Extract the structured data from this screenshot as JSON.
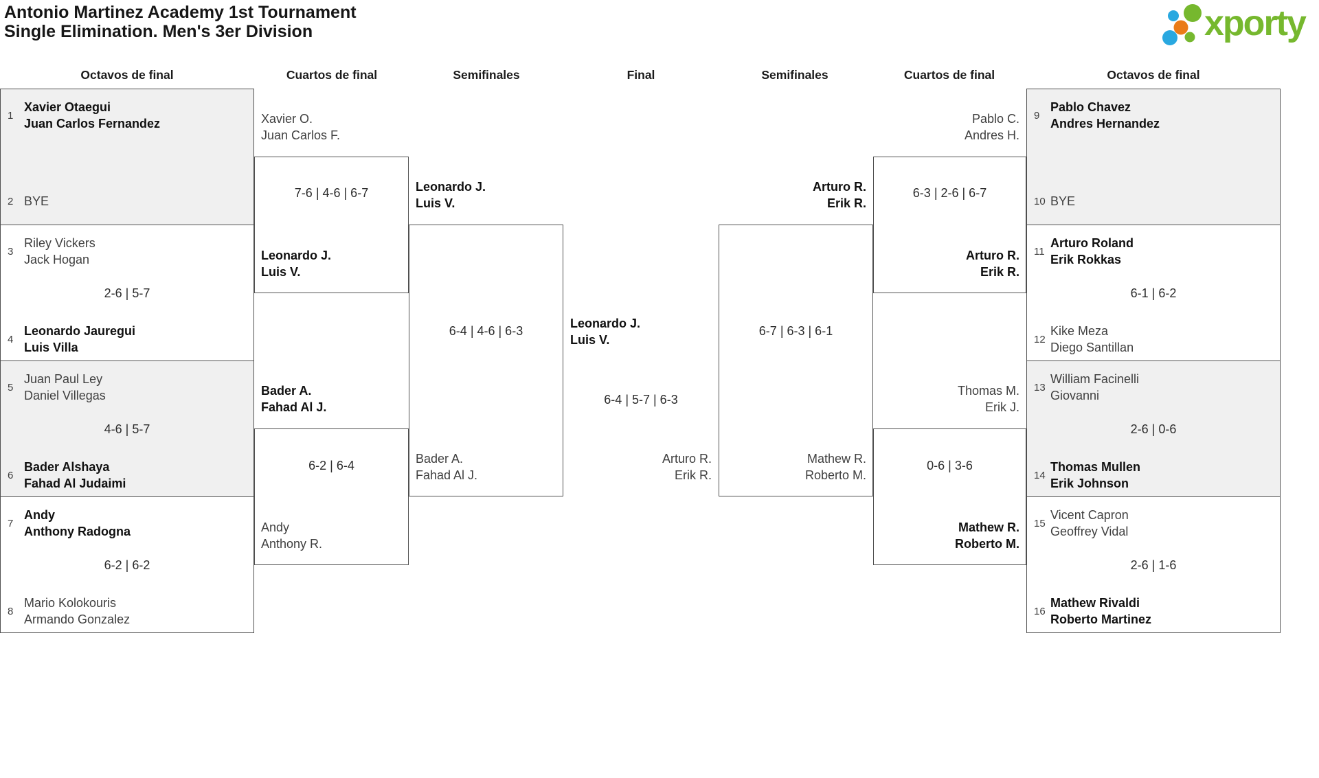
{
  "title": {
    "line1": "Antonio Martinez Academy 1st Tournament",
    "line2": "Single Elimination. Men's 3er Division"
  },
  "brand": {
    "wordmark": "xporty",
    "green": "#76b82e",
    "blue": "#29a8e0",
    "orange": "#ea7c17"
  },
  "round_headers": {
    "octavos_left": "Octavos de final",
    "cuartos_left": "Cuartos de final",
    "semis_left": "Semifinales",
    "final": "Final",
    "semis_right": "Semifinales",
    "cuartos_right": "Cuartos de final",
    "octavos_right": "Octavos de final"
  },
  "octavos_left": [
    {
      "team1": {
        "seed": "1",
        "line1": "Xavier Otaegui",
        "line2": "Juan Carlos Fernandez",
        "winner": true
      },
      "team2": {
        "seed": "2",
        "line1": "BYE"
      },
      "score": ""
    },
    {
      "team1": {
        "seed": "3",
        "line1": "Riley Vickers",
        "line2": "Jack Hogan"
      },
      "team2": {
        "seed": "4",
        "line1": "Leonardo Jauregui",
        "line2": "Luis Villa",
        "winner": true
      },
      "score": "2-6 | 5-7"
    },
    {
      "team1": {
        "seed": "5",
        "line1": "Juan Paul Ley",
        "line2": "Daniel Villegas"
      },
      "team2": {
        "seed": "6",
        "line1": "Bader Alshaya",
        "line2": "Fahad Al Judaimi",
        "winner": true
      },
      "score": "4-6 | 5-7"
    },
    {
      "team1": {
        "seed": "7",
        "line1": "Andy",
        "line2": "Anthony Radogna",
        "winner": true
      },
      "team2": {
        "seed": "8",
        "line1": "Mario Kolokouris",
        "line2": "Armando Gonzalez"
      },
      "score": "6-2 | 6-2"
    }
  ],
  "octavos_right": [
    {
      "team1": {
        "seed": "9",
        "line1": "Pablo Chavez",
        "line2": "Andres Hernandez",
        "winner": true
      },
      "team2": {
        "seed": "10",
        "line1": "BYE"
      },
      "score": ""
    },
    {
      "team1": {
        "seed": "11",
        "line1": "Arturo Roland",
        "line2": "Erik Rokkas",
        "winner": true
      },
      "team2": {
        "seed": "12",
        "line1": "Kike Meza",
        "line2": "Diego Santillan"
      },
      "score": "6-1 | 6-2"
    },
    {
      "team1": {
        "seed": "13",
        "line1": "William Facinelli",
        "line2": "Giovanni"
      },
      "team2": {
        "seed": "14",
        "line1": "Thomas Mullen",
        "line2": "Erik Johnson",
        "winner": true
      },
      "score": "2-6 | 0-6"
    },
    {
      "team1": {
        "seed": "15",
        "line1": "Vicent Capron",
        "line2": "Geoffrey Vidal"
      },
      "team2": {
        "seed": "16",
        "line1": "Mathew Rivaldi",
        "line2": "Roberto Martinez",
        "winner": true
      },
      "score": "2-6 | 1-6"
    }
  ],
  "cuartos_left": [
    {
      "top": {
        "line1": "Xavier O.",
        "line2": "Juan Carlos F."
      },
      "bottom": {
        "line1": "Leonardo J.",
        "line2": "Luis V.",
        "winner": true
      },
      "score": "7-6 | 4-6 | 6-7"
    },
    {
      "top": {
        "line1": "Bader A.",
        "line2": "Fahad Al J.",
        "winner": true
      },
      "bottom": {
        "line1": "Andy",
        "line2": "Anthony R."
      },
      "score": "6-2 | 6-4"
    }
  ],
  "cuartos_right": [
    {
      "top": {
        "line1": "Pablo C.",
        "line2": "Andres H."
      },
      "bottom": {
        "line1": "Arturo R.",
        "line2": "Erik R.",
        "winner": true
      },
      "score": "6-3 | 2-6 | 6-7"
    },
    {
      "top": {
        "line1": "Thomas M.",
        "line2": "Erik J."
      },
      "bottom": {
        "line1": "Mathew R.",
        "line2": "Roberto M.",
        "winner": true
      },
      "score": "0-6 | 3-6"
    }
  ],
  "semi_left": {
    "top": {
      "line1": "Leonardo J.",
      "line2": "Luis V.",
      "winner": true
    },
    "bottom": {
      "line1": "Bader A.",
      "line2": "Fahad Al J."
    },
    "score": "6-4 | 4-6 | 6-3"
  },
  "semi_right": {
    "top": {
      "line1": "Arturo R.",
      "line2": "Erik R.",
      "winner": true
    },
    "bottom": {
      "line1": "Mathew R.",
      "line2": "Roberto M."
    },
    "score": "6-7 | 6-3 | 6-1"
  },
  "final": {
    "winner": {
      "line1": "Leonardo J.",
      "line2": "Luis V.",
      "winner": true
    },
    "runner_up": {
      "line1": "Arturo R.",
      "line2": "Erik R."
    },
    "score": "6-4 | 5-7 | 6-3"
  }
}
